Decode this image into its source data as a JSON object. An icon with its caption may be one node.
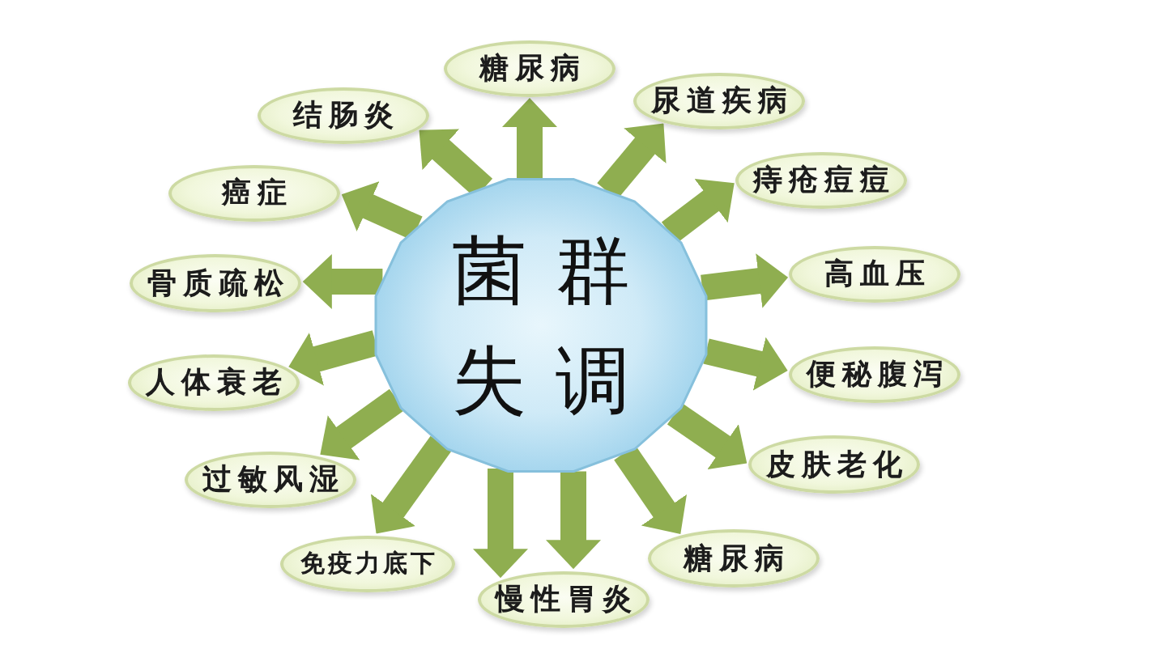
{
  "diagram": {
    "nodes": [
      {
        "text": [
          "菌群失调"
        ]
      },
      {
        "text": [
          "糖尿病"
        ]
      },
      {
        "text": [
          "尿道疾病"
        ]
      },
      {
        "text": [
          "痔疮痘痘"
        ]
      },
      {
        "text": [
          "高血压"
        ]
      },
      {
        "text": [
          "便秘腹泻"
        ]
      },
      {
        "text": [
          "皮肤老化"
        ]
      },
      {
        "text": [
          "糖尿病"
        ]
      },
      {
        "text": [
          "慢性胃炎"
        ]
      },
      {
        "text": [
          "免疫力底下"
        ]
      },
      {
        "text": [
          "过敏风湿"
        ]
      },
      {
        "text": [
          "人体衰老"
        ]
      },
      {
        "text": [
          "骨质疏松"
        ]
      },
      {
        "text": [
          "癌症"
        ]
      },
      {
        "text": [
          "结肠炎"
        ]
      }
    ],
    "edges": [
      {
        "from": 0,
        "to": 1,
        "arrow": "to"
      },
      {
        "from": 0,
        "to": 2,
        "arrow": "to"
      },
      {
        "from": 0,
        "to": 3,
        "arrow": "to"
      },
      {
        "from": 0,
        "to": 4,
        "arrow": "to"
      },
      {
        "from": 0,
        "to": 5,
        "arrow": "to"
      },
      {
        "from": 0,
        "to": 6,
        "arrow": "to"
      },
      {
        "from": 0,
        "to": 7,
        "arrow": "to"
      },
      {
        "from": 0,
        "to": 8,
        "arrow": "to"
      },
      {
        "from": 0,
        "to": 8,
        "arrow": "to"
      },
      {
        "from": 0,
        "to": 9,
        "arrow": "to"
      },
      {
        "from": 0,
        "to": 10,
        "arrow": "to"
      },
      {
        "from": 0,
        "to": 11,
        "arrow": "to"
      },
      {
        "from": 0,
        "to": 12,
        "arrow": "to"
      },
      {
        "from": 0,
        "to": 13,
        "arrow": "to"
      },
      {
        "from": 0,
        "to": 14,
        "arrow": "to"
      }
    ]
  }
}
